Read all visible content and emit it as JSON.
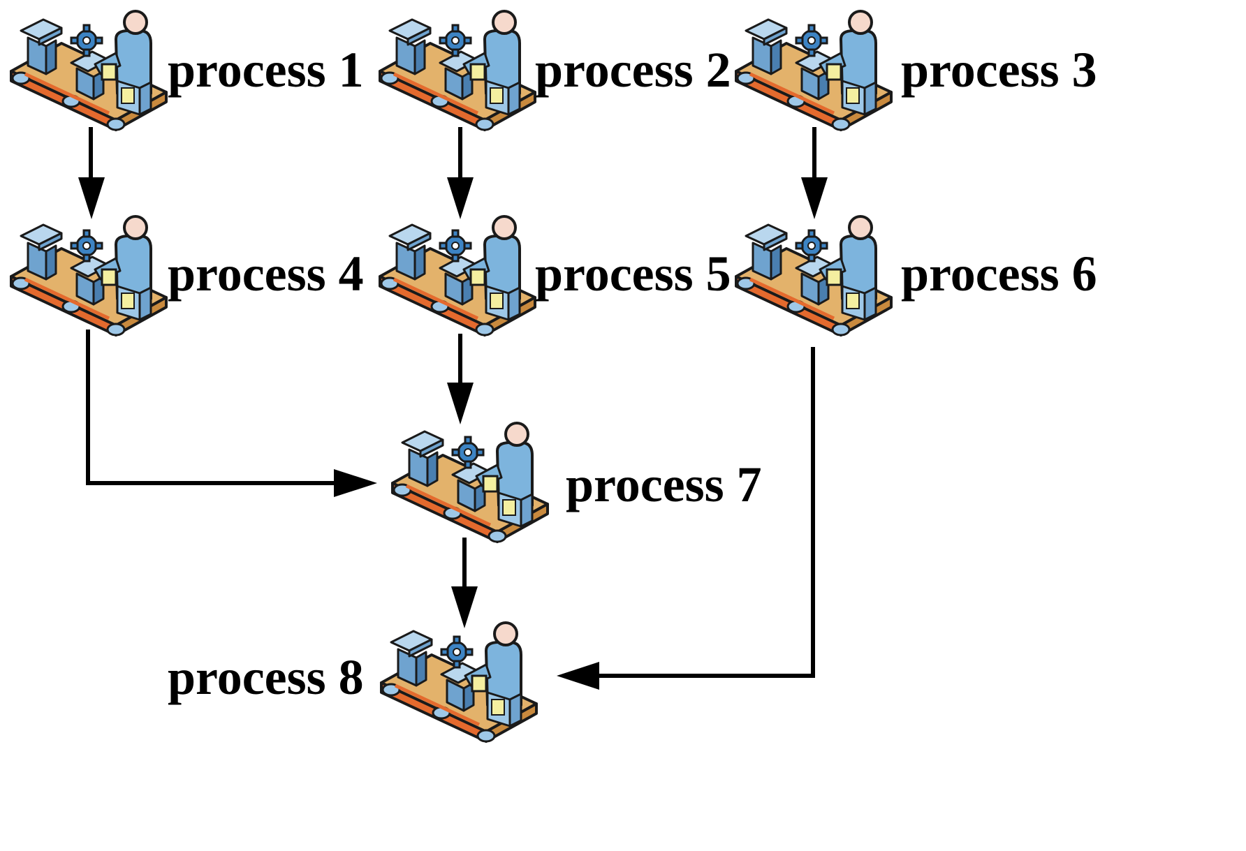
{
  "diagram": {
    "processes": [
      {
        "id": "p1",
        "label": "process 1",
        "icon": "worker-assembly-line-icon"
      },
      {
        "id": "p2",
        "label": "process 2",
        "icon": "worker-assembly-line-icon"
      },
      {
        "id": "p3",
        "label": "process 3",
        "icon": "worker-assembly-line-icon"
      },
      {
        "id": "p4",
        "label": "process 4",
        "icon": "worker-assembly-line-icon"
      },
      {
        "id": "p5",
        "label": "process 5",
        "icon": "worker-assembly-line-icon"
      },
      {
        "id": "p6",
        "label": "process 6",
        "icon": "worker-assembly-line-icon"
      },
      {
        "id": "p7",
        "label": "process 7",
        "icon": "worker-assembly-line-icon"
      },
      {
        "id": "p8",
        "label": "process 8",
        "icon": "worker-assembly-line-icon"
      }
    ],
    "edges": [
      {
        "from": "p1",
        "to": "p4"
      },
      {
        "from": "p2",
        "to": "p5"
      },
      {
        "from": "p3",
        "to": "p6"
      },
      {
        "from": "p4",
        "to": "p7"
      },
      {
        "from": "p5",
        "to": "p7"
      },
      {
        "from": "p6",
        "to": "p8"
      },
      {
        "from": "p7",
        "to": "p8"
      }
    ],
    "colors": {
      "line": "#000000",
      "belt": "#E3B26B",
      "belt_stripe": "#E46A2E",
      "machine": "#6FA3CF",
      "worker": "#7DB4DD",
      "head": "#F6D9CC",
      "gear": "#3D84C4",
      "panel": "#F4EFA0"
    }
  }
}
